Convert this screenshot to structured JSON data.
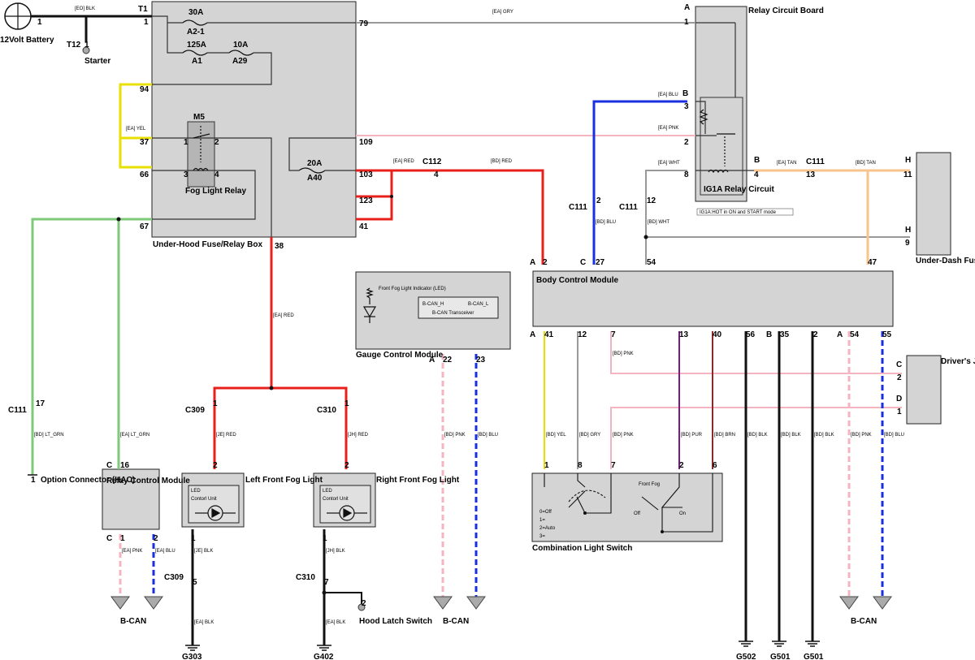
{
  "labels": {
    "battery": "12Volt Battery",
    "battery_pin": "1",
    "starter": "Starter",
    "t12": "T12",
    "t12_pin": "1",
    "t1": "T1",
    "t1_pin": "1",
    "fuse_30": "30A",
    "fuse_a2": "A2-1",
    "fuse_125": "125A",
    "fuse_a1": "A1",
    "fuse_10": "10A",
    "fuse_a29": "A29",
    "fuse_20": "20A",
    "fuse_a40": "A40",
    "m5": "M5",
    "fog_relay": "Fog Light Relay",
    "underhood": "Under-Hood Fuse/Relay Box",
    "relay_board": "Relay Circuit Board",
    "ig1a_relay": "IG1A Relay Circuit",
    "ig1a_note": "IG1A:HOT in ON and START mode",
    "underdash": "Under-Dash Fuse/Relay Box",
    "bcm": "Body Control Module",
    "gauge": "Gauge Control Module",
    "front_fog_led": "Front Fog Light Indicator (LED)",
    "bcan_h": "B-CAN_H",
    "bcan_l": "B-CAN_L",
    "bcan_tx": "B-CAN Transceiver",
    "djb": "Driver's Junction Box B",
    "rcm": "Relay Control Module",
    "opt_conn": "Option Connector (HAC)",
    "left_fog": "Left Front Fog Light",
    "right_fog": "Right Front Fog Light",
    "led_cu": "LED",
    "contorl_unit": "Contorl Unit",
    "hood_latch": "Hood Latch Switch",
    "combo": "Combination Light Switch",
    "front_fog_sw": "Front Fog",
    "off": "Off",
    "on": "On",
    "sw0": "0=Off",
    "sw1": "1=",
    "sw2": "2=Auto",
    "sw3": "3=",
    "bcan": "B-CAN",
    "g303": "G303",
    "g402": "G402",
    "g502": "G502",
    "g501": "G501",
    "g501b": "G501"
  },
  "connectors": {
    "c112": "C112",
    "c111": "C111",
    "c309": "C309",
    "c310": "C310"
  },
  "wires": {
    "eo_blk": "[EO] BLK",
    "ea_gry": "[EA] GRY",
    "ea_yel": "[EA] YEL",
    "ea_blu": "[EA] BLU",
    "ea_pnk": "[EA] PNK",
    "ea_red": "[EA] RED",
    "bd_red": "[BD] RED",
    "ea_wht": "[EA] WHT",
    "ea_tan": "[EA] TAN",
    "bd_tan": "[BD] TAN",
    "bd_blu": "[BD] BLU",
    "bd_wht": "[BD] WHT",
    "bd_ltgrn": "[BD] LT_GRN",
    "ea_ltgrn": "[EA] LT_GRN",
    "je_red": "[JE] RED",
    "jh_red": "[JH] RED",
    "je_blk": "[JE] BLK",
    "jh_blk": "[JH] BLK",
    "ea_blk": "[EA] BLK",
    "bd_pnk": "[BD] PNK",
    "bd_yel": "[BD] YEL",
    "bd_gry": "[BD] GRY",
    "bd_pur": "[BD] PUR",
    "bd_brn": "[BD] BRN",
    "bd_blk": "[BD] BLK"
  },
  "colors": {
    "red": "#e8201c",
    "blue": "#1a2fe0",
    "pink": "#f4b5c0",
    "gray": "#999999",
    "tan": "#f7c48e",
    "green": "#7fc97a",
    "yellow": "#e8e000",
    "purple": "#7a1a86",
    "brown": "#8b2a2a",
    "box": "#d4d4d4"
  }
}
